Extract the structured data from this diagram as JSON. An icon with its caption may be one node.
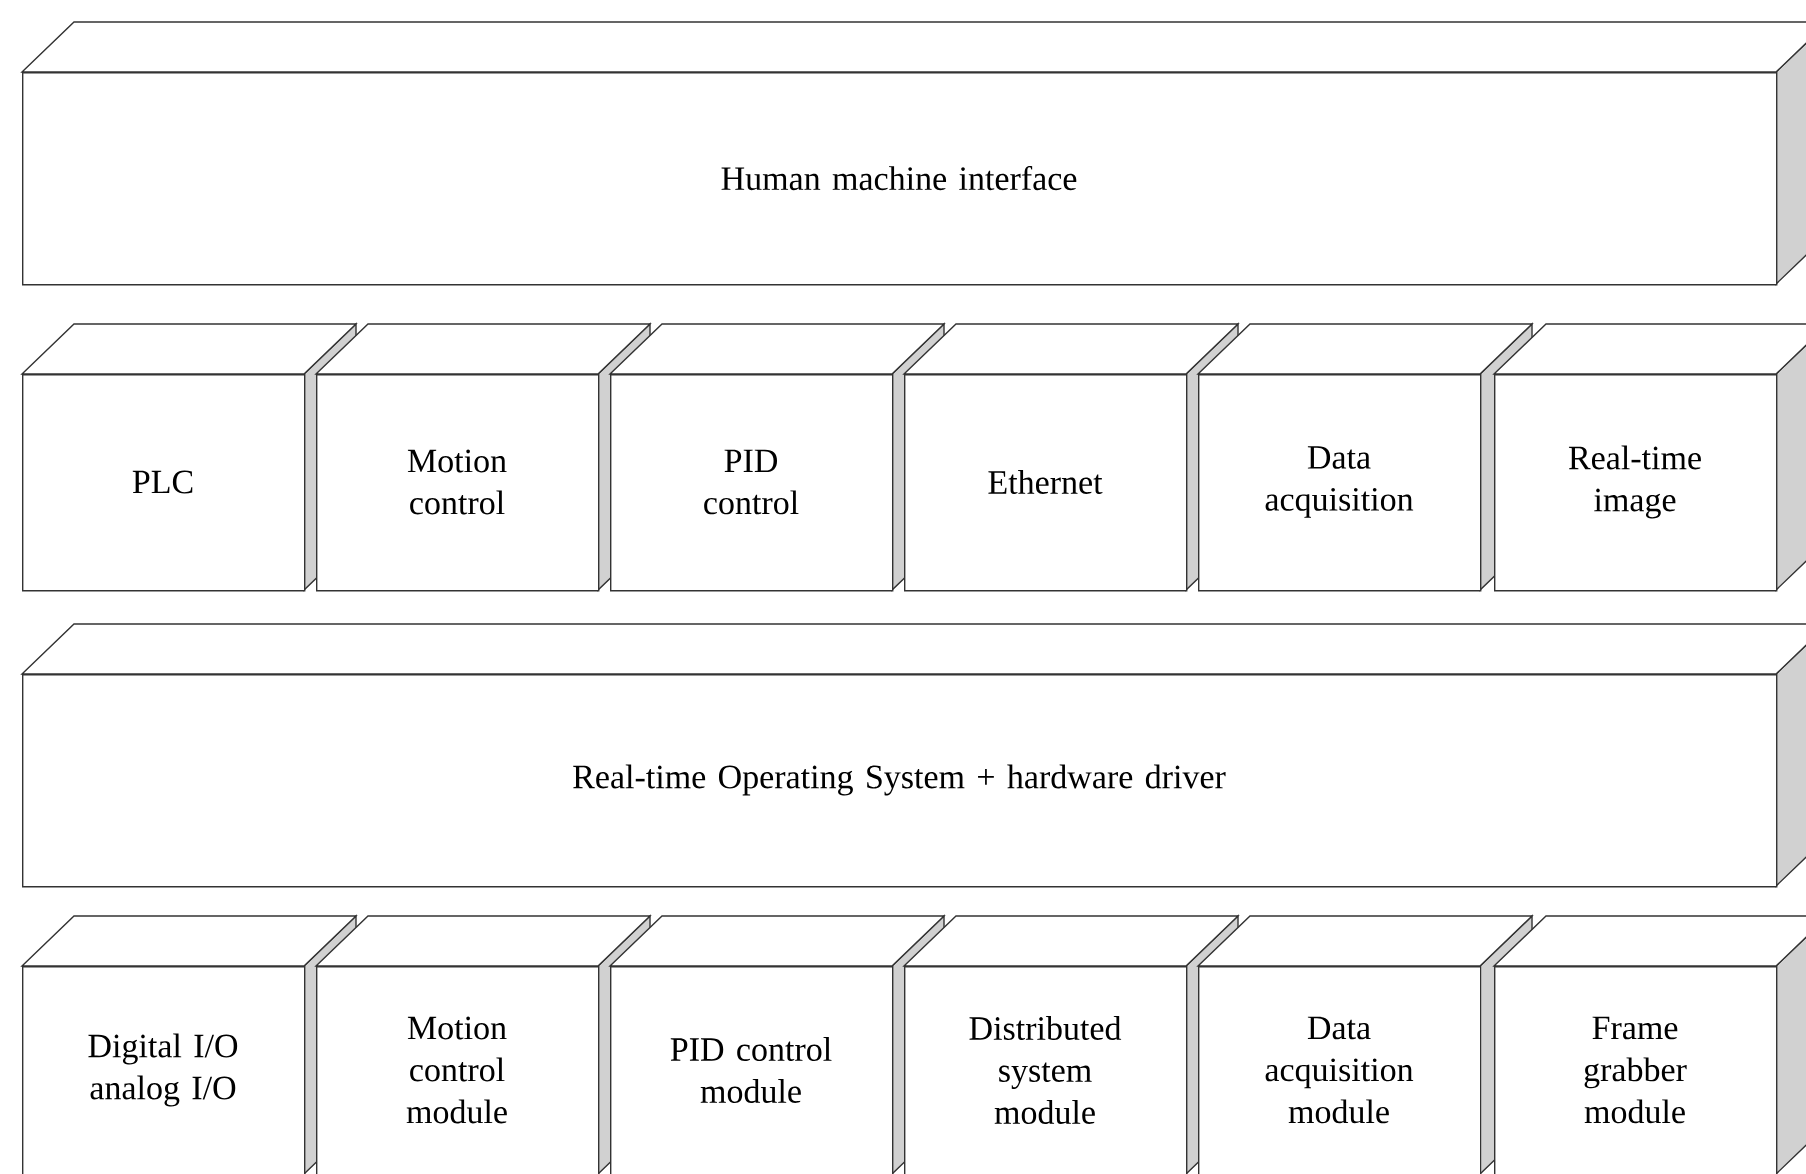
{
  "diagram": {
    "nodes": [
      {
        "text": [
          "Human machine interface"
        ]
      },
      {
        "text": [
          "PLC"
        ]
      },
      {
        "text": [
          "Motion control"
        ]
      },
      {
        "text": [
          "PID control"
        ]
      },
      {
        "text": [
          "Ethernet"
        ]
      },
      {
        "text": [
          "Data acquisition"
        ]
      },
      {
        "text": [
          "Real-time image"
        ]
      },
      {
        "text": [
          "Real-time Operating System + hardware driver"
        ]
      },
      {
        "text": [
          "Digital I/O analog I/O"
        ]
      },
      {
        "text": [
          "Motion control module"
        ]
      },
      {
        "text": [
          "PID control module"
        ]
      },
      {
        "text": [
          "Distributed system module"
        ]
      },
      {
        "text": [
          "Data acquisition module"
        ]
      },
      {
        "text": [
          "Frame grabber module"
        ]
      }
    ]
  }
}
